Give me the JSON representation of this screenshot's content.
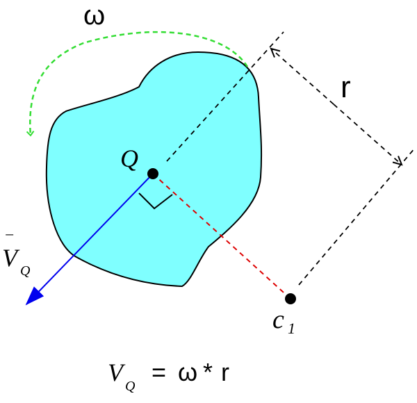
{
  "labels": {
    "omega": "ω",
    "r": "r",
    "point_q": "Q",
    "point_c": "c",
    "point_c_subscript": "1",
    "velocity_symbol": "V",
    "velocity_bar": "‾",
    "velocity_subscript": "Q"
  },
  "formula": {
    "lhs_symbol": "V",
    "lhs_subscript": "Q",
    "operator": "=",
    "omega": "ω",
    "times": "*",
    "r": "r"
  },
  "colors": {
    "body_fill": "#7fffff",
    "body_stroke": "#000000",
    "rotation_arrow": "#33dd33",
    "velocity_arrow": "#0000ee",
    "radius_line": "#dd0000",
    "dimension_line": "#000000",
    "text": "#000000"
  }
}
